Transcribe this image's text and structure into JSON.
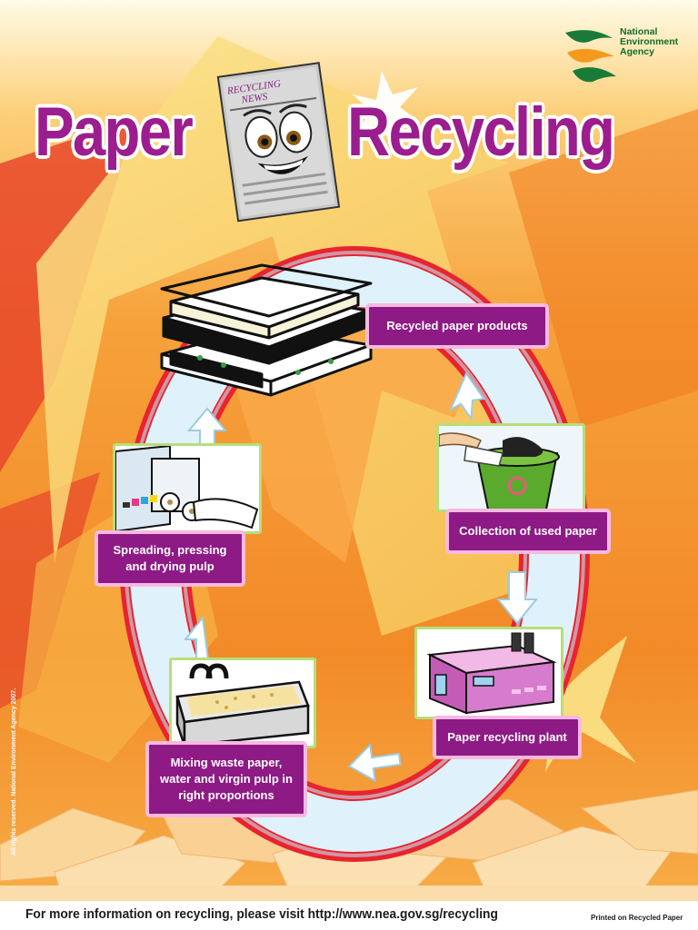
{
  "title": {
    "word1": "Paper",
    "word2": "Recycling"
  },
  "logo": {
    "line1": "National",
    "line2": "Environment",
    "line3": "Agency",
    "icon": "nea-swirl-logo"
  },
  "newspaper": {
    "masthead_line1": "RECYCLING",
    "masthead_line2": "NEWS"
  },
  "steps": [
    {
      "label": "Recycled paper products",
      "icon": "paper-stack-icon"
    },
    {
      "label": "Collection of used paper",
      "icon": "recycling-bin-icon"
    },
    {
      "label": "Paper recycling plant",
      "icon": "factory-icon"
    },
    {
      "label": "Mixing waste paper, water and virgin pulp in right proportions",
      "icon": "pulp-vat-icon"
    },
    {
      "label": "Spreading, pressing and drying pulp",
      "icon": "paper-machine-icon"
    }
  ],
  "footer": {
    "info": "For more information on recycling, please visit http://www.nea.gov.sg/recycling",
    "printed": "Printed on Recycled Paper"
  },
  "copyright": "All rights reserved. National Environment Agency 2007.",
  "colors": {
    "title": "#9b1d8e",
    "label_bg": "#8e1a85",
    "label_border": "#f7b9e0",
    "ring": "#e8242e",
    "track": "#dff2fb",
    "background": "#f39a2c"
  }
}
